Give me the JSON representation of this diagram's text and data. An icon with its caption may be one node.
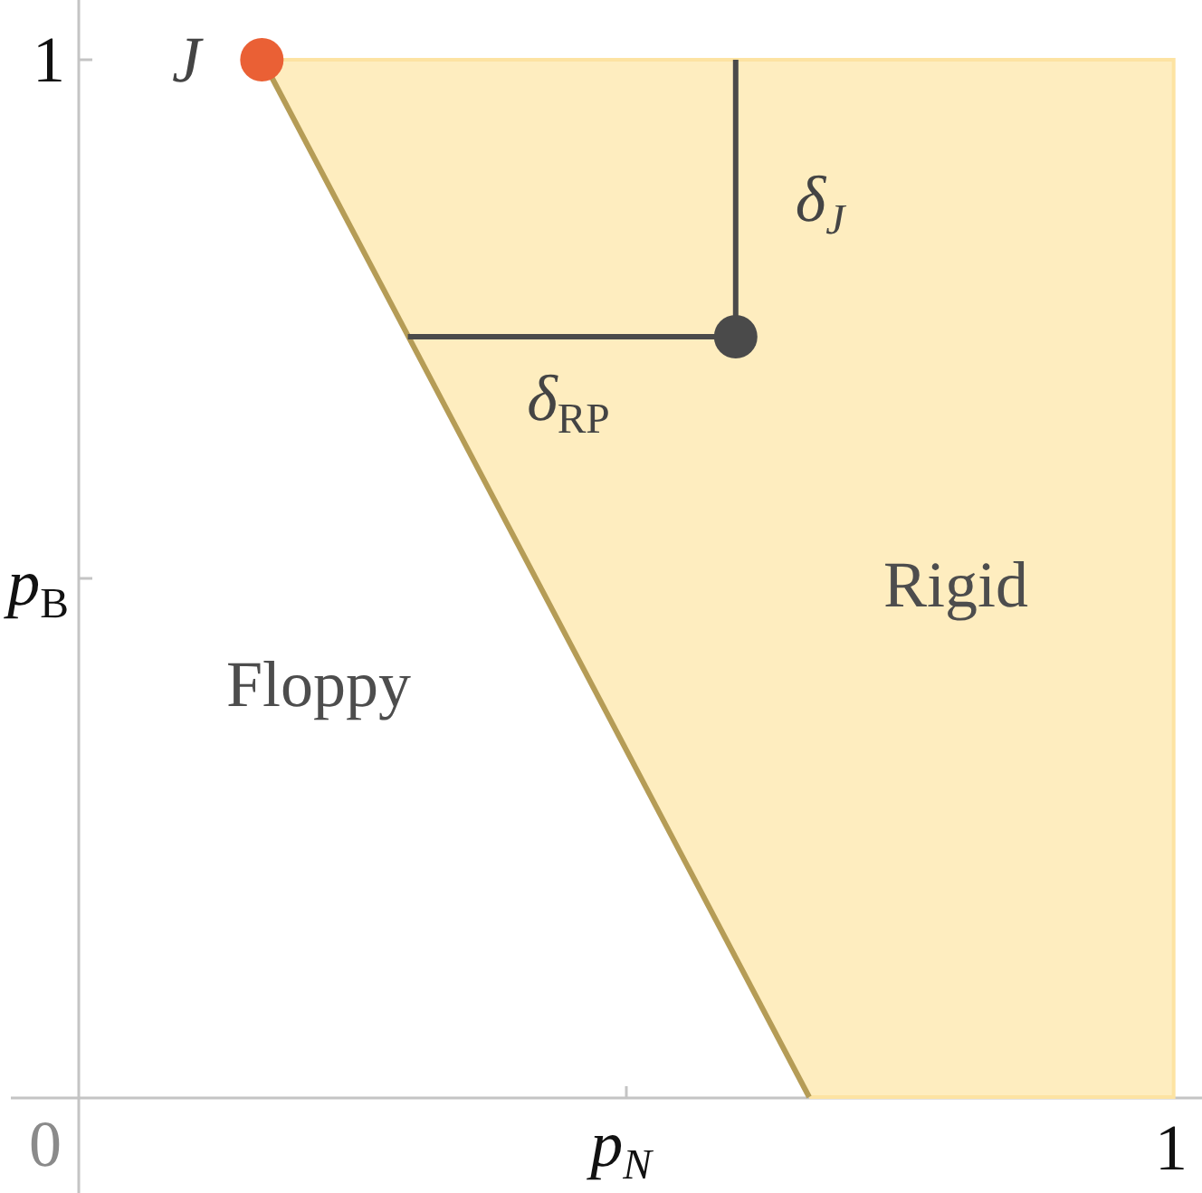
{
  "diagram": {
    "nodes": [
      {
        "text": [
          "Rigid"
        ]
      }
    ],
    "labels": [
      "1",
      "J",
      "δ$_{J}$",
      "*δ*$_{RP}$",
      "*p*$_{B}$",
      "Floppy",
      "0",
      "p$_{N}$",
      "1"
    ]
  }
}
